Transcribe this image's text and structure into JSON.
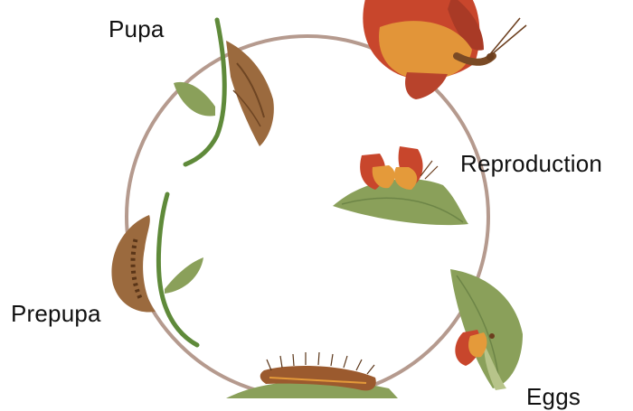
{
  "diagram": {
    "stages": {
      "pupa": "Pupa",
      "reproduction": "Reproduction",
      "prepupa": "Prepupa",
      "eggs": "Eggs"
    },
    "colors": {
      "cycle_ring": "#b59a8e",
      "leaf": "#8aa05a",
      "leaf_dark": "#6d8547",
      "stem": "#5f8a3a",
      "wing_red": "#c8462c",
      "wing_orange": "#e49a3a",
      "body_brown": "#8a5a2a",
      "pupa_brown": "#9b6a3e"
    },
    "icons": [
      "butterfly-icon",
      "mating-butterflies-icon",
      "egg-laying-butterfly-icon",
      "caterpillar-icon",
      "prepupa-icon",
      "pupa-icon"
    ]
  }
}
